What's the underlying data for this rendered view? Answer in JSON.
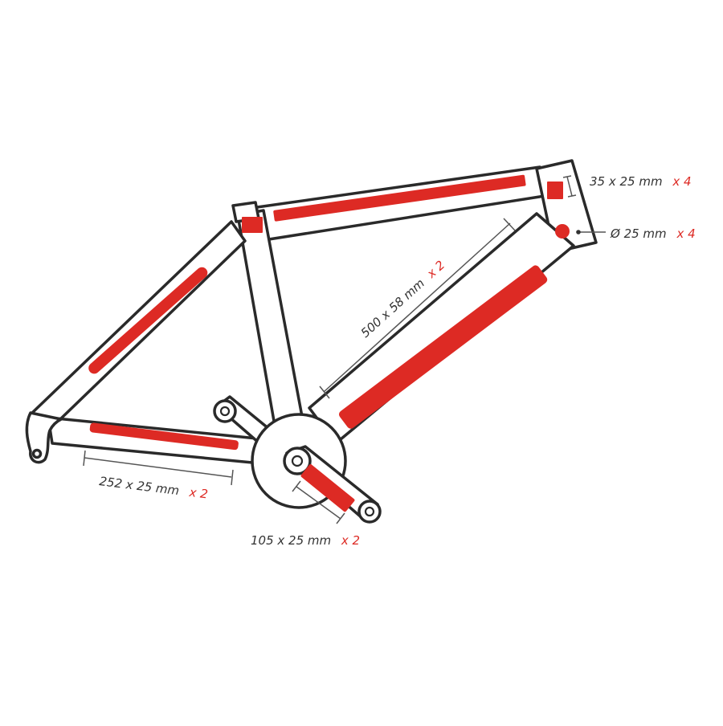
{
  "colors": {
    "accent": "#dd2a24",
    "outline": "#2a2a2a",
    "dimension": "#555555"
  },
  "labels": {
    "head_patch": {
      "size": "35 x 25 mm",
      "qty": "x 4"
    },
    "round_dot": {
      "size": "Ø 25 mm",
      "qty": "x 4"
    },
    "down_tube": {
      "size": "500 x 58 mm",
      "qty": "x 2"
    },
    "chainstay": {
      "size": "252 x 25 mm",
      "qty": "x 2"
    },
    "crank": {
      "size": "105 x 25 mm",
      "qty": "x 2"
    }
  }
}
